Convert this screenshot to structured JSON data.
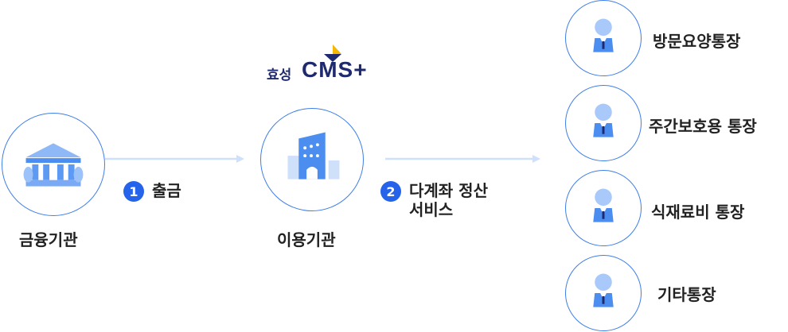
{
  "source": {
    "label": "금융기관",
    "icon": "bank-icon"
  },
  "institution": {
    "label": "이용기관",
    "icon": "building-icon"
  },
  "logo": {
    "korean": "효성",
    "english": "CMS+"
  },
  "steps": [
    {
      "number": "1",
      "text": "출금"
    },
    {
      "number": "2",
      "text": "다계좌 정산\n서비스"
    }
  ],
  "accounts": [
    {
      "label": "방문요양통장",
      "icon": "person-icon"
    },
    {
      "label": "주간보호용 통장",
      "icon": "person-icon"
    },
    {
      "label": "식재료비 통장",
      "icon": "person-icon"
    },
    {
      "label": "기타통장",
      "icon": "person-icon"
    }
  ],
  "colors": {
    "accent": "#2563eb",
    "circle_border": "#3f7ee8",
    "arrow": "#cfe0fb",
    "logo_navy": "#1f2a6e",
    "logo_yellow": "#f5b800"
  }
}
